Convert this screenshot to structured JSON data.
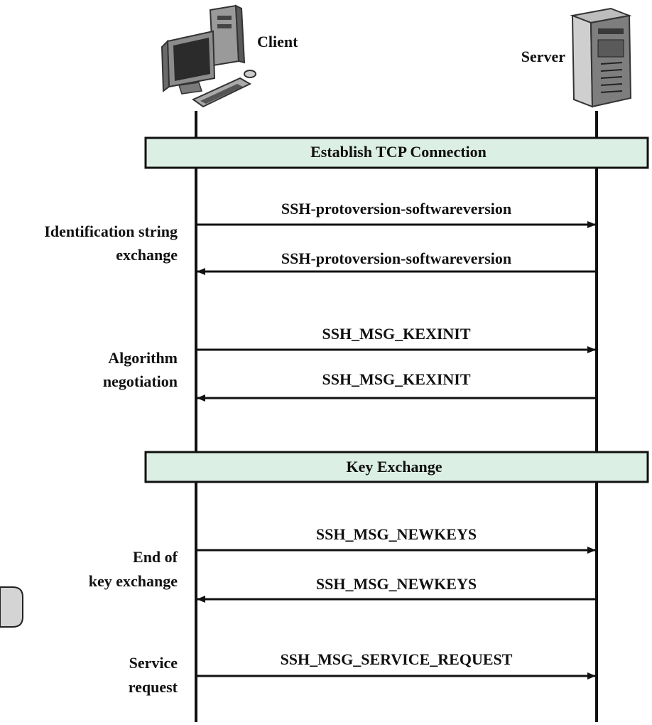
{
  "participants": {
    "client": {
      "label": "Client",
      "icon": "desktop-computer-icon"
    },
    "server": {
      "label": "Server",
      "icon": "server-tower-icon"
    }
  },
  "phase_bands": [
    {
      "label": "Establish TCP Connection",
      "fill": "#dcefe4"
    },
    {
      "label": "Key Exchange",
      "fill": "#dcefe4"
    }
  ],
  "stage_labels": [
    {
      "lines": [
        "Identification string",
        "exchange"
      ]
    },
    {
      "lines": [
        "Algorithm",
        "negotiation"
      ]
    },
    {
      "lines": [
        "End of",
        "key exchange"
      ]
    },
    {
      "lines": [
        "Service",
        "request"
      ]
    }
  ],
  "messages": [
    {
      "label": "SSH-protoversion-softwareversion",
      "direction": "client-to-server"
    },
    {
      "label": "SSH-protoversion-softwareversion",
      "direction": "server-to-client"
    },
    {
      "label": "SSH_MSG_KEXINIT",
      "direction": "client-to-server"
    },
    {
      "label": "SSH_MSG_KEXINIT",
      "direction": "server-to-client"
    },
    {
      "label": "SSH_MSG_NEWKEYS",
      "direction": "client-to-server"
    },
    {
      "label": "SSH_MSG_NEWKEYS",
      "direction": "server-to-client"
    },
    {
      "label": "SSH_MSG_SERVICE_REQUEST",
      "direction": "client-to-server"
    }
  ],
  "colors": {
    "line": "#111111",
    "band_border": "#111111"
  }
}
